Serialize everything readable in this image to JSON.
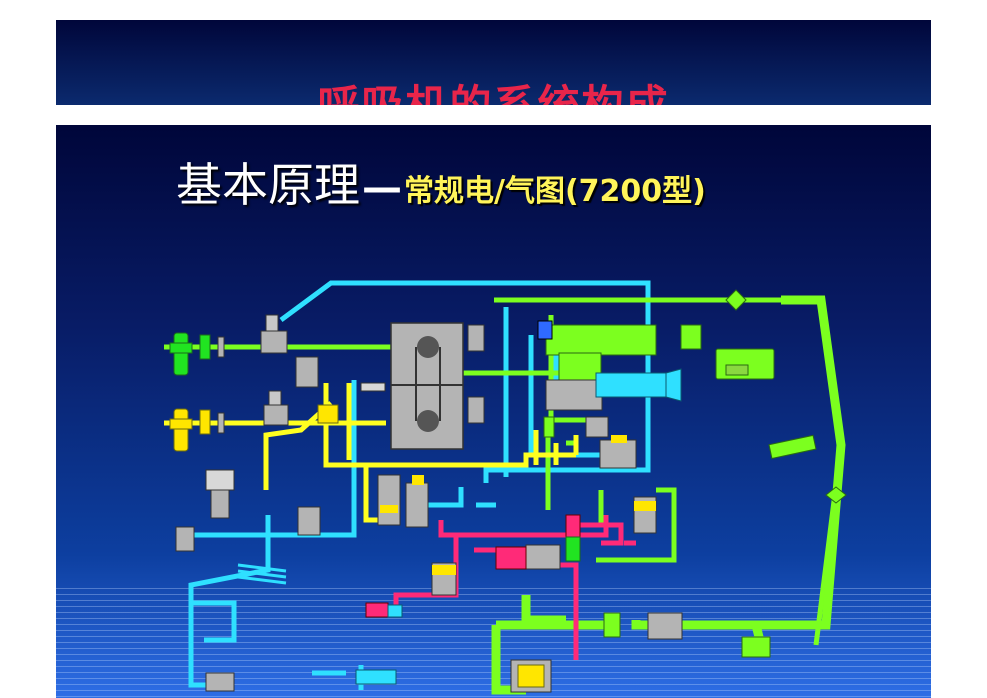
{
  "top_band": {
    "title": "呼吸机的系统构成"
  },
  "slide": {
    "title_main": "基本原理",
    "title_dash": "—",
    "title_sub": "常规电/气图(7200型)"
  },
  "colors": {
    "air_cyan": "#2fe0ff",
    "oxygen_green": "#7cff1f",
    "yellow_line": "#ffff20",
    "magenta_line": "#ff2a78",
    "component_gray": "#b4b4b4",
    "title_red": "#e8254a",
    "title_yellow": "#fff45a"
  }
}
